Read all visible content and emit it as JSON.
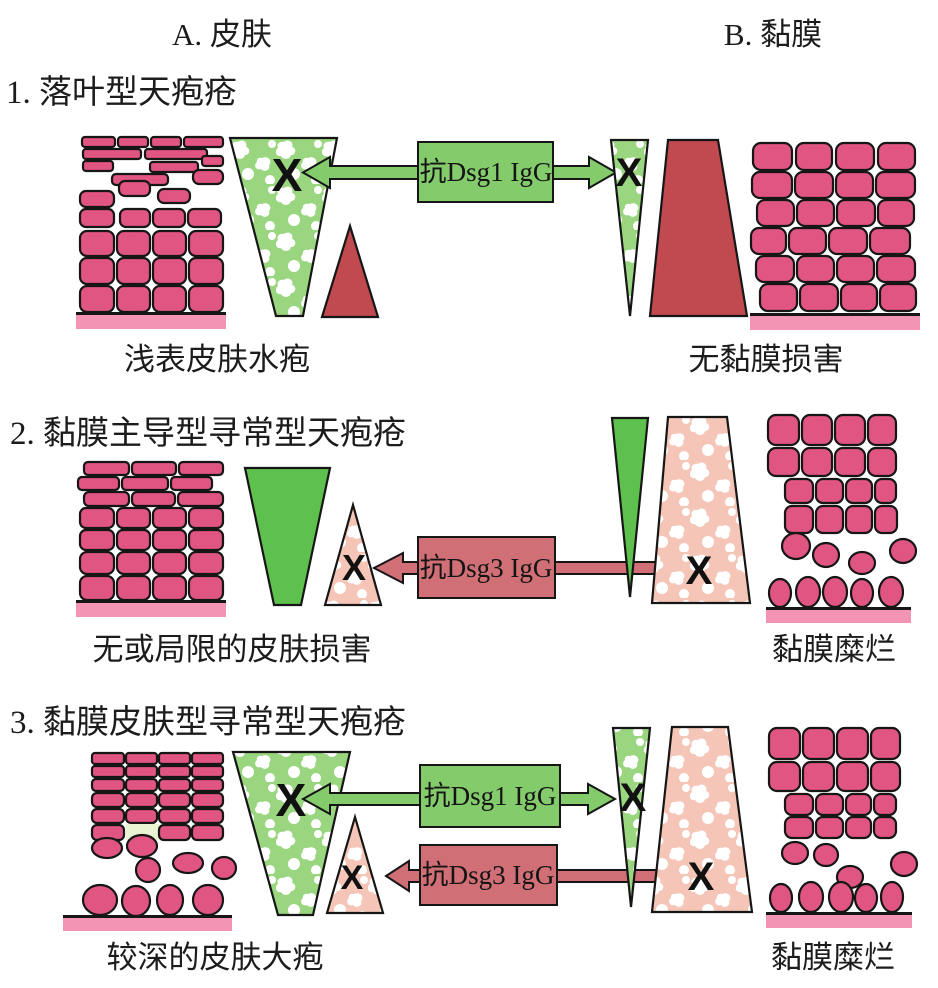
{
  "headers": {
    "skin": "A. 皮肤",
    "mucosa": "B. 黏膜"
  },
  "sections": [
    {
      "title": "1. 落叶型天疱疮",
      "skin_caption": "浅表皮肤水疱",
      "mucosa_caption": "无黏膜损害",
      "arrows": [
        {
          "label": "抗Dsg1 IgG",
          "color": "#84cb6c"
        }
      ]
    },
    {
      "title": "2. 黏膜主导型寻常型天疱疮",
      "skin_caption": "无或局限的皮肤损害",
      "mucosa_caption": "黏膜糜烂",
      "arrows": [
        {
          "label": "抗Dsg3 IgG",
          "color": "#d06f76"
        }
      ]
    },
    {
      "title": "3. 黏膜皮肤型寻常型天疱疮",
      "skin_caption": "较深的皮肤大疱",
      "mucosa_caption": "黏膜糜烂",
      "arrows": [
        {
          "label": "抗Dsg1 IgG",
          "color": "#84cb6c"
        },
        {
          "label": "抗Dsg3 IgG",
          "color": "#d06f76"
        }
      ]
    }
  ],
  "block_marker": "X",
  "colors": {
    "cell_pink": "#e05582",
    "basement_membrane": "#f494b4",
    "solid_green": "#5fc14d",
    "arrow_green": "#84cb6c",
    "dark_red": "#c04a50",
    "arrow_red": "#d06f76",
    "mottled_green": "#9ad680",
    "mottled_pink": "#f5c6b7",
    "outline": "#161616"
  }
}
